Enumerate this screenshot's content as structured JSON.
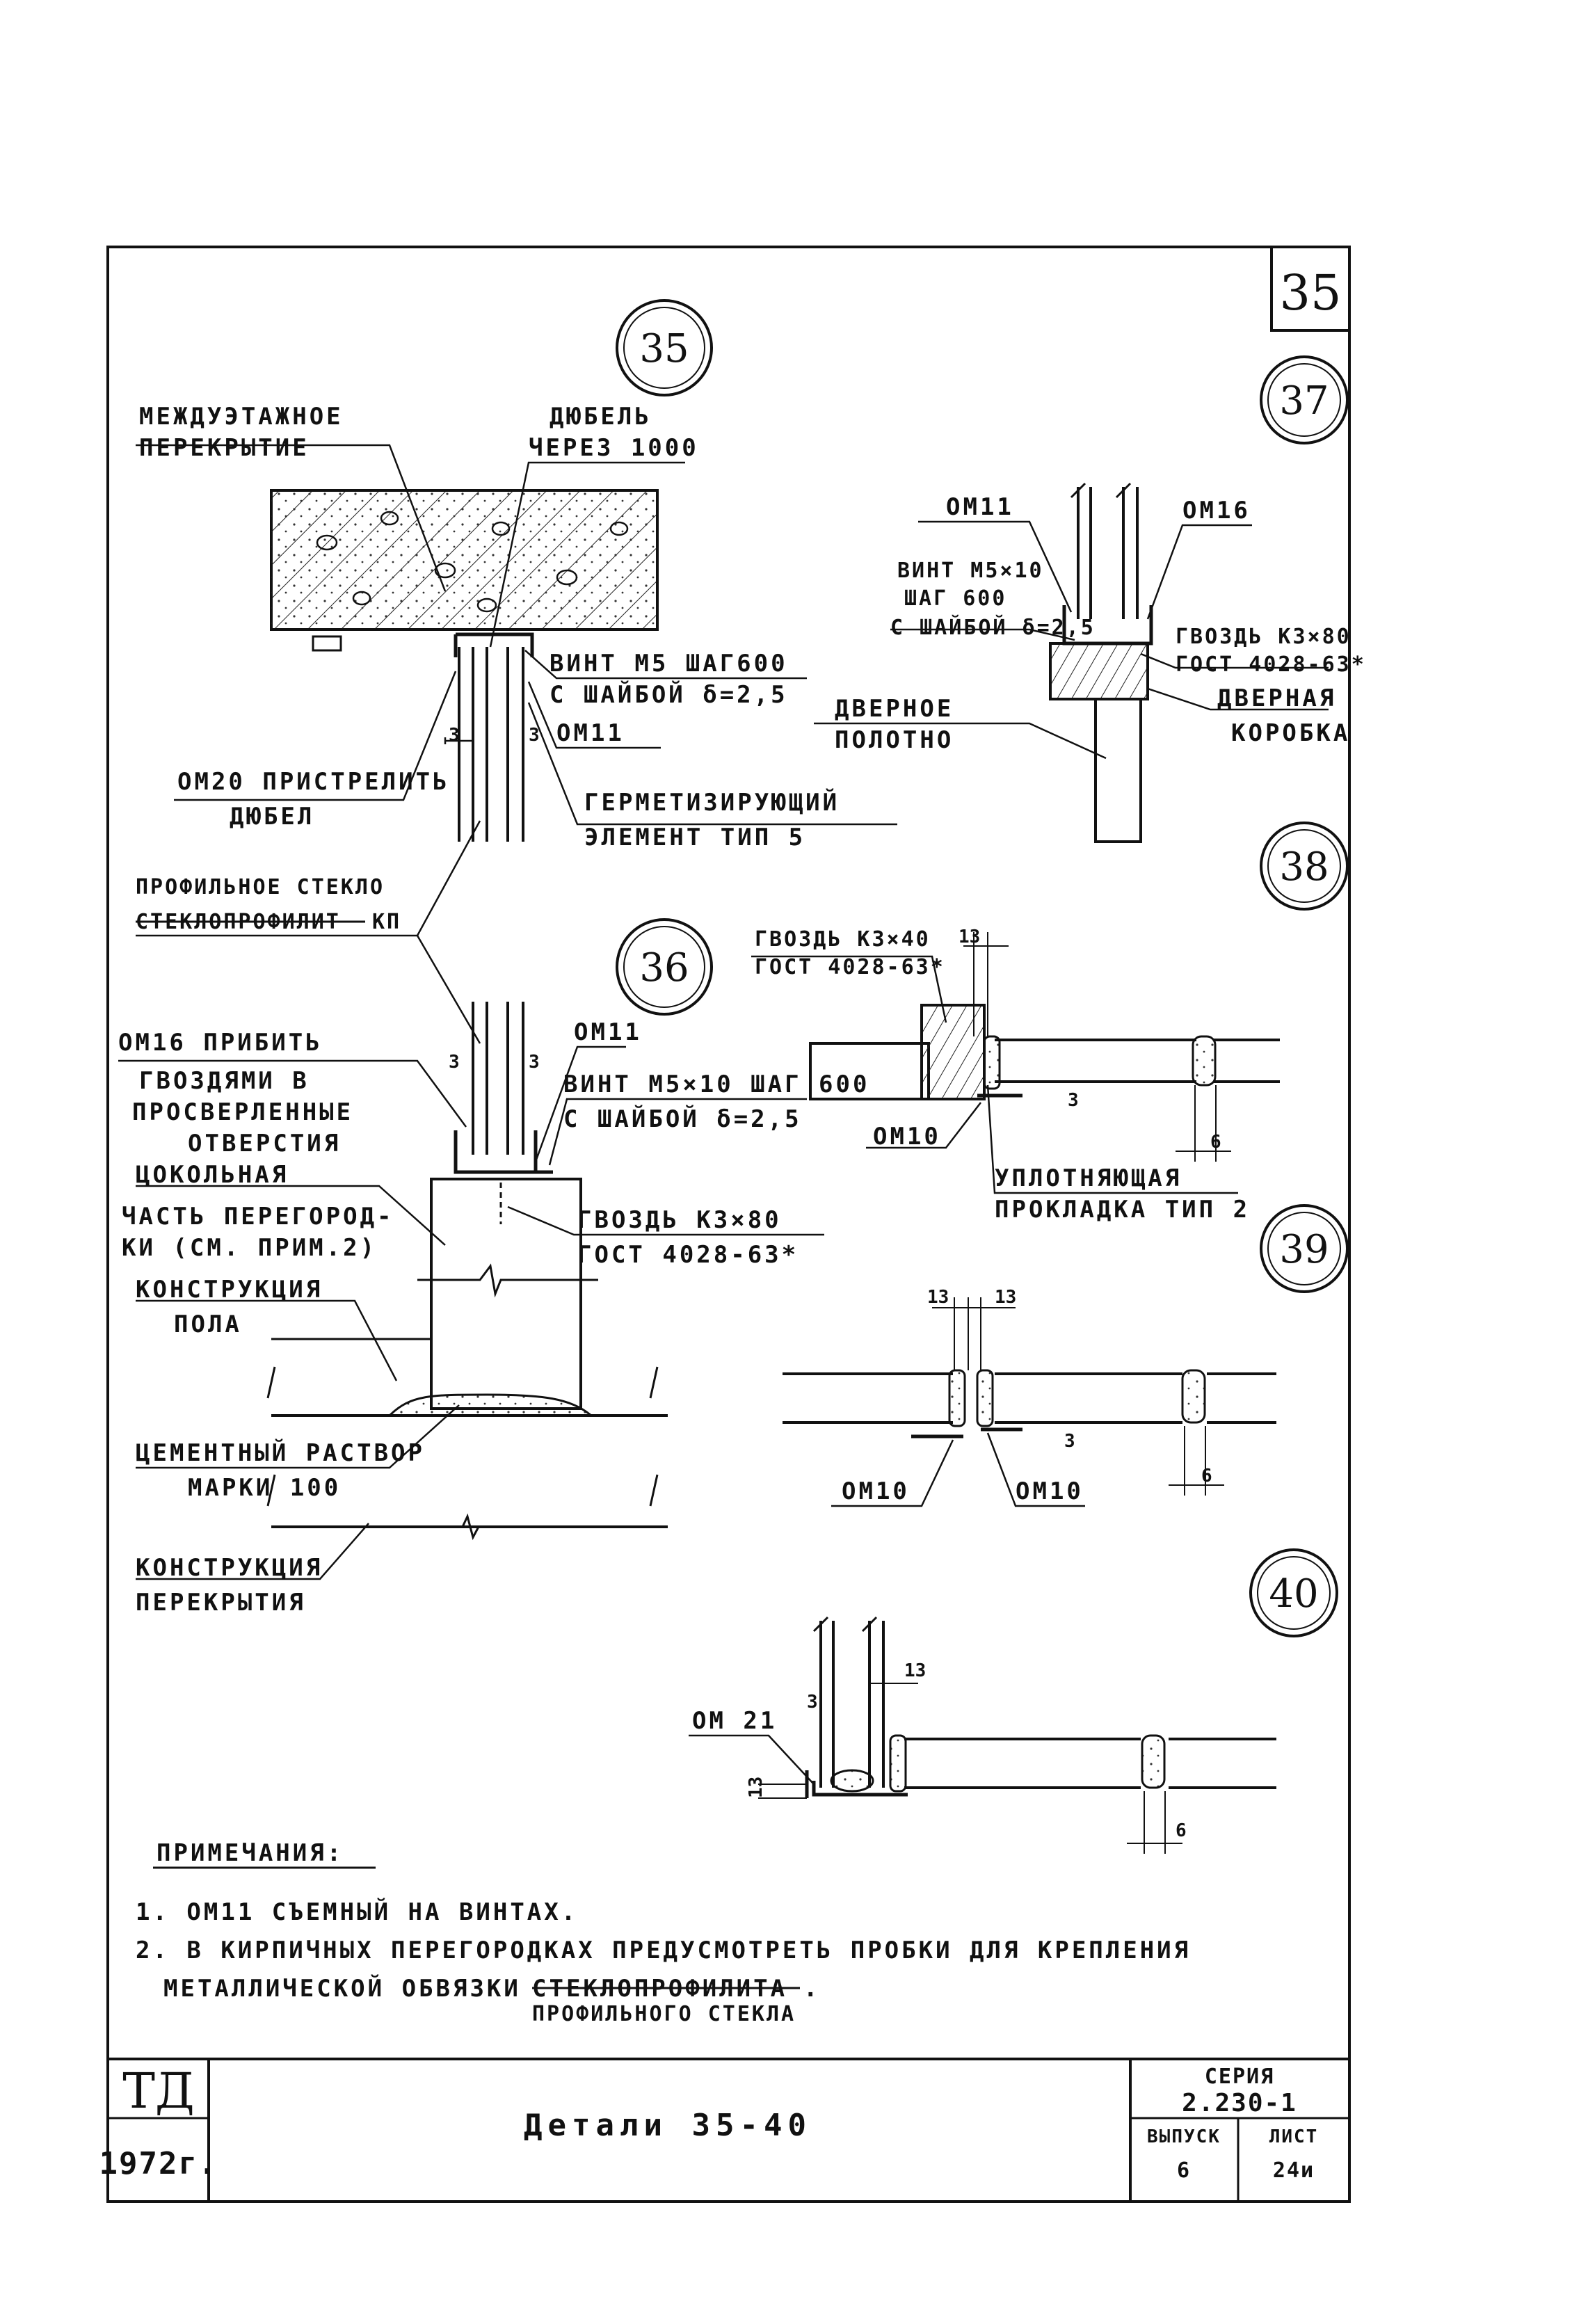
{
  "sheet_number": "35",
  "details": {
    "d35": {
      "marker": "35",
      "labels": {
        "floor_slab_1": "МЕЖДУЭТАЖНОЕ",
        "floor_slab_2": "ПЕРЕКРЫТИЕ",
        "dowel_1": "ДЮБЕЛЬ",
        "dowel_2": "ЧЕРЕЗ 1000",
        "screw_1": "ВИНТ М5 ШАГ600",
        "screw_2": "С ШАЙБОЙ δ=2,5",
        "om11": "ОМ11",
        "om20_1": "ОМ20 ПРИСТРЕЛИТЬ",
        "om20_2": "ДЮБЕЛ",
        "seal_1": "ГЕРМЕТИЗИРУЮЩИЙ",
        "seal_2": "ЭЛЕМЕНТ ТИП 5",
        "dim_left": "3",
        "dim_right": "3"
      }
    },
    "profile_glass": {
      "line1": "ПРОФИЛЬНОЕ СТЕКЛО",
      "line2_struck": "СТЕКЛОПРОФИЛИТ",
      "line2_suffix": "КП"
    },
    "d36": {
      "marker": "36",
      "labels": {
        "om16_1": "ОМ16 ПРИБИТЬ",
        "om16_2": "ГВОЗДЯМИ В",
        "om16_3": "ПРОСВЕРЛЕННЫЕ",
        "om16_4": "ОТВЕРСТИЯ",
        "om11": "ОМ11",
        "screw_1": "ВИНТ М5×10 ШАГ 600",
        "screw_2": "С ШАЙБОЙ δ=2,5",
        "plinth_1": "ЦОКОЛЬНАЯ",
        "plinth_2": "ЧАСТЬ ПЕРЕГОРОД-",
        "plinth_3": "КИ (СМ. ПРИМ.2)",
        "nail_1": "ГВОЗДЬ К3×80",
        "nail_2": "ГОСТ 4028-63*",
        "floor_1": "КОНСТРУКЦИЯ",
        "floor_2": "ПОЛА",
        "mortar_1": "ЦЕМЕНТНЫЙ РАСТВОР",
        "mortar_2": "МАРКИ 100",
        "slab_1": "КОНСТРУКЦИЯ",
        "slab_2": "ПЕРЕКРЫТИЯ",
        "dim_left": "3",
        "dim_right": "3"
      }
    },
    "d37": {
      "marker": "37",
      "labels": {
        "om11": "ОМ11",
        "om16": "ОМ16",
        "screw_1": "ВИНТ М5×10",
        "screw_2": "ШАГ 600",
        "screw_3": "С ШАЙБОЙ δ=2,5",
        "nail_1": "ГВОЗДЬ К3×80",
        "nail_2": "ГОСТ 4028-63*",
        "door_leaf_1": "ДВЕРНОЕ",
        "door_leaf_2": "ПОЛОТНО",
        "door_frame_1": "ДВЕРНАЯ",
        "door_frame_2": "КОРОБКА"
      }
    },
    "d38": {
      "marker": "38",
      "labels": {
        "nail_1": "ГВОЗДЬ К3×40",
        "nail_2": "ГОСТ 4028-63*",
        "dim_13": "13",
        "dim_3": "3",
        "om10": "ОМ10",
        "gasket_1": "УПЛОТНЯЮЩАЯ",
        "gasket_2": "ПРОКЛАДКА ТИП 2",
        "dim_6": "6"
      }
    },
    "d39": {
      "marker": "39",
      "labels": {
        "dim_13a": "13",
        "dim_13b": "13",
        "dim_3": "3",
        "om10_left": "ОМ10",
        "om10_right": "ОМ10",
        "dim_6": "6"
      }
    },
    "d40": {
      "marker": "40",
      "labels": {
        "dim_13": "13",
        "dim_3": "3",
        "om21": "ОМ 21",
        "dim_13_side": "13",
        "dim_6": "6"
      }
    }
  },
  "notes": {
    "heading": "ПРИМЕЧАНИЯ:",
    "n1": "1. ОМ11   СЪЕМНЫЙ  НА ВИНТАХ.",
    "n2a": "2. В КИРПИЧНЫХ ПЕРЕГОРОДКАХ ПРЕДУСМОТРЕТЬ ПРОБКИ ДЛЯ КРЕПЛЕНИЯ",
    "n2b": "МЕТАЛЛИЧЕСКОЙ ОБВЯЗКИ",
    "n2_struck": "СТЕКЛОПРОФИЛИТА",
    "n2_dot": ".",
    "n2_insert": "ПРОФИЛЬНОГО СТЕКЛА"
  },
  "title_block": {
    "org": "ТД",
    "year": "1972г.",
    "title": "Детали 35-40",
    "series_label": "СЕРИЯ",
    "series_value": "2.230-1",
    "issue_label": "ВЫПУСК",
    "issue_value": "6",
    "sheet_label": "ЛИСТ",
    "sheet_value": "24и"
  }
}
